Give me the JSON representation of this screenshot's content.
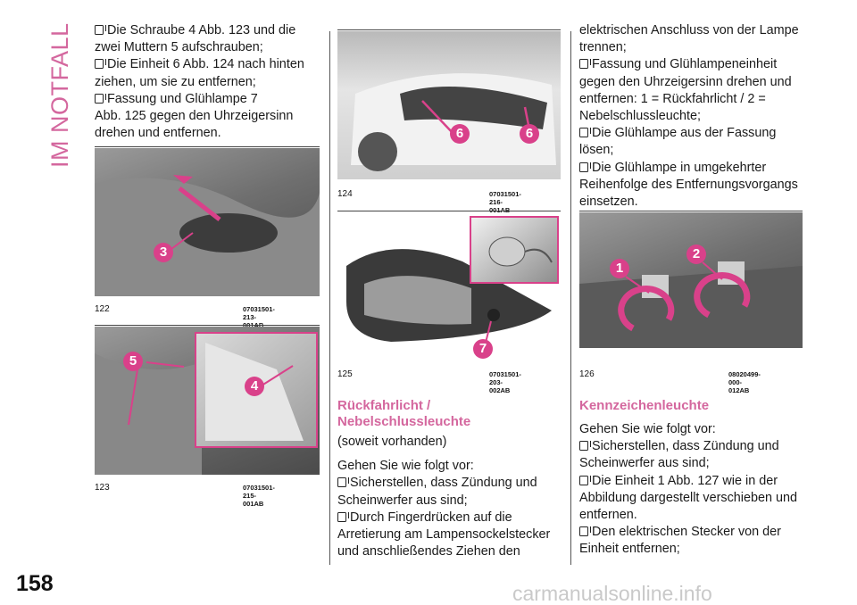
{
  "side_label": "IM NOTFALL",
  "page_number": "158",
  "watermark": "carmanualsonline.info",
  "col1": {
    "lines": [
      "Die Schraube 4 Abb. 123 und die",
      "zwei Muttern 5 aufschrauben;",
      "Die Einheit 6 Abb. 124 nach hinten",
      "ziehen, um sie zu entfernen;",
      "Fassung und Glühlampe 7",
      "Abb. 125 gegen den Uhrzeigersinn",
      "drehen und entfernen."
    ]
  },
  "figures": {
    "f122": {
      "num": "122",
      "code": "07031501-213-001AB",
      "markers": [
        "3"
      ]
    },
    "f123": {
      "num": "123",
      "code": "07031501-215-001AB",
      "markers": [
        "5",
        "4"
      ]
    },
    "f124": {
      "num": "124",
      "code": "07031501-216-001AB",
      "markers": [
        "6",
        "6"
      ]
    },
    "f125": {
      "num": "125",
      "code": "07031501-203-002AB",
      "markers": [
        "7"
      ]
    },
    "f126": {
      "num": "126",
      "code": "08020499-000-012AB",
      "markers": [
        "1",
        "2"
      ]
    }
  },
  "col2": {
    "heading_line1": "Rückfahrlicht /",
    "heading_line2": "Nebelschlussleuchte",
    "subtitle": "(soweit vorhanden)",
    "intro": "Gehen Sie wie folgt vor:",
    "lines": [
      "Sicherstellen, dass Zündung und",
      "Scheinwerfer aus sind;",
      "Durch Fingerdrücken auf die",
      "Arretierung am Lampensockelstecker",
      "und anschließendes Ziehen den"
    ]
  },
  "col3": {
    "lines": [
      "elektrischen Anschluss von der Lampe",
      "trennen;",
      "Fassung und Glühlampeneinheit",
      "gegen den Uhrzeigersinn drehen und",
      "entfernen: 1 = Rückfahrlicht / 2 =",
      "Nebelschlussleuchte;",
      "Die Glühlampe aus der Fassung",
      "lösen;",
      "Die Glühlampe in umgekehrter",
      "Reihenfolge des Entfernungsvorgangs",
      "einsetzen."
    ],
    "heading": "Kennzeichenleuchte",
    "intro": "Gehen Sie wie folgt vor:",
    "lines2": [
      "Sicherstellen, dass Zündung und",
      "Scheinwerfer aus sind;",
      "Die Einheit 1 Abb. 127 wie in der",
      "Abbildung dargestellt verschieben und",
      "entfernen.",
      "Den elektrischen Stecker von der",
      "Einheit entfernen;"
    ]
  }
}
